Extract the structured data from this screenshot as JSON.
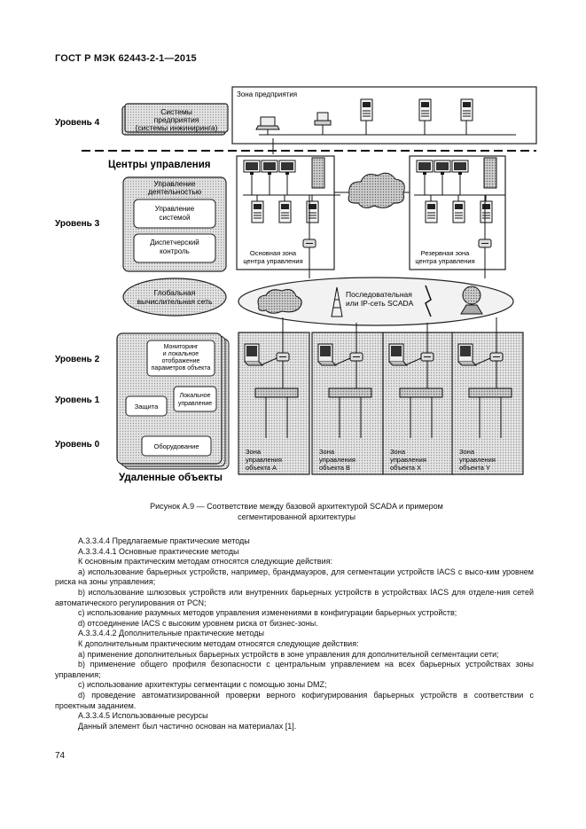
{
  "header": {
    "doc_code": "ГОСТ Р МЭК 62443-2-1—2015"
  },
  "figure": {
    "levels": {
      "l4": "Уровень 4",
      "l3": "Уровень 3",
      "l2": "Уровень 2",
      "l1": "Уровень 1",
      "l0": "Уровень 0"
    },
    "enterprise_systems": [
      "Системы",
      "предприятия",
      "(системы инжиниринга)"
    ],
    "enterprise_zone": "Зона предприятия",
    "control_centers": "Центры управления",
    "activity_management": [
      "Управление",
      "деятельностью"
    ],
    "system_management": [
      "Управление",
      "системой"
    ],
    "dispatch_control": [
      "Диспетчерский",
      "контроль"
    ],
    "primary_zone": [
      "Основная зона",
      "центра управления"
    ],
    "backup_zone": [
      "Резервная зона",
      "центра управления"
    ],
    "wan": [
      "Глобальная",
      "вычислительная сеть"
    ],
    "serial_ip": [
      "Последовательная",
      "или IP-сеть SCADA"
    ],
    "monitoring": [
      "Мониторинг",
      "и локальное",
      "отображение",
      "параметров объекта"
    ],
    "protection": "Защита",
    "local_control": [
      "Локальное",
      "управление"
    ],
    "equipment": "Оборудование",
    "remote_objects": "Удаленные объекты",
    "zones": [
      [
        "Зона",
        "управления",
        "объекта А"
      ],
      [
        "Зона",
        "управления",
        "объекта В"
      ],
      [
        "Зона",
        "управления",
        "объекта X"
      ],
      [
        "Зона",
        "управления",
        "объекта Y"
      ]
    ]
  },
  "caption": {
    "line1": "Рисунок А.9 — Соответствие между базовой архитектурой SCADA и примером",
    "line2": "сегментированной архитектуры"
  },
  "paragraphs": [
    "А.3.3.4.4 Предлагаемые практические методы",
    "А.3.3.4.4.1 Основные практические методы",
    "К основным практическим методам относятся следующие действия:",
    "a) использование барьерных устройств, например, брандмауэров, для сегментации устройств IACS с высо-ким уровнем риска на зоны управления;",
    "b) использование шлюзовых устройств или внутренних барьерных устройств в устройствах IACS для отделе-ния сетей автоматического регулирования от PCN;",
    "c) использование разумных методов управления изменениями в конфигурации барьерных устройств;",
    "d) отсоединение IACS с высоким уровнем риска от бизнес-зоны.",
    "А.3.3.4.4.2 Дополнительные практические методы",
    "К дополнительным практическим методам относятся следующие действия:",
    "a) применение дополнительных барьерных устройств в зоне управления для дополнительной сегментации сети;",
    "b) применение общего профиля безопасности с центральным управлением на всех барьерных устройствах зоны управления;",
    "c) использование архитектуры сегментации с помощью зоны DMZ;",
    "d) проведение автоматизированной проверки верного кофигурирования барьерных устройств в соответствии с проектным заданием.",
    "А.3.3.4.5 Использованные ресурсы",
    "Данный элемент был частично основан на материалах [1]."
  ],
  "page_number": "74"
}
